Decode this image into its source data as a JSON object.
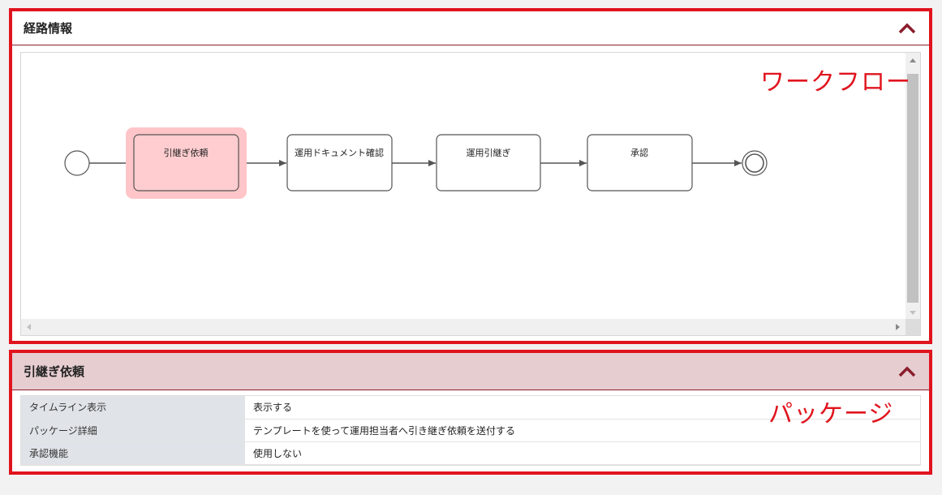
{
  "route_panel": {
    "title": "経路情報",
    "collapse_icon": "chevron-up-icon",
    "annotation": "ワークフロー"
  },
  "workflow": {
    "nodes": [
      {
        "id": "start",
        "type": "start-event"
      },
      {
        "id": "task1",
        "type": "task",
        "label": "引継ぎ依頼",
        "selected": true
      },
      {
        "id": "task2",
        "type": "task",
        "label": "運用ドキュメント確認",
        "selected": false
      },
      {
        "id": "task3",
        "type": "task",
        "label": "運用引継ぎ",
        "selected": false
      },
      {
        "id": "task4",
        "type": "task",
        "label": "承認",
        "selected": false
      },
      {
        "id": "end",
        "type": "end-event"
      }
    ],
    "colors": {
      "selected_fill": "#ffcdd0",
      "selected_halo": "#ffc5c8",
      "stroke": "#555555"
    }
  },
  "package_panel": {
    "title": "引継ぎ依頼",
    "collapse_icon": "chevron-up-icon",
    "annotation": "パッケージ",
    "rows": [
      {
        "key": "タイムライン表示",
        "value": "表示する"
      },
      {
        "key": "パッケージ詳細",
        "value": "テンプレートを使って運用担当者へ引き継ぎ依頼を送付する"
      },
      {
        "key": "承認機能",
        "value": "使用しない"
      }
    ]
  },
  "colors": {
    "accent": "#8b1d2c",
    "annotation_red": "#e0141e",
    "package_header_bg": "#e6cdd0"
  }
}
